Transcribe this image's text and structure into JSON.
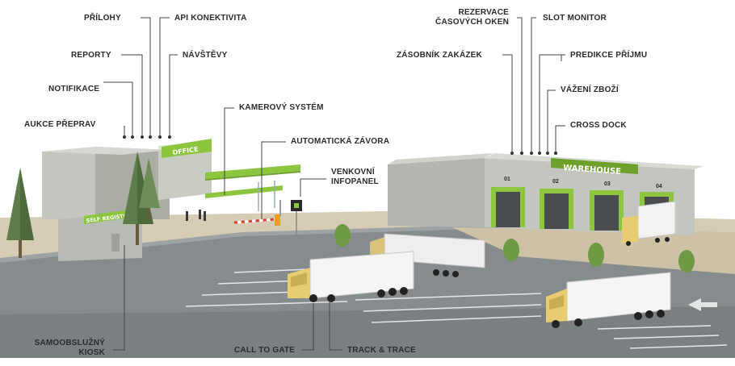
{
  "labels": {
    "prilohy": "PŘÍLOHY",
    "api": "API KONEKTIVITA",
    "reporty": "REPORTY",
    "navstevy": "NÁVŠTĚVY",
    "notifikace": "NOTIFIKACE",
    "aukce": "AUKCE PŘEPRAV",
    "kamerovy": "KAMEROVÝ SYSTÉM",
    "zavora": "AUTOMATICKÁ ZÁVORA",
    "infopanel_line1": "VENKOVNÍ",
    "infopanel_line2": "INFOPANEL",
    "rezervace_line1": "REZERVACE",
    "rezervace_line2": "ČASOVÝCH OKEN",
    "slot_monitor": "SLOT MONITOR",
    "zasobnik": "ZÁSOBNÍK ZAKÁZEK",
    "predikce": "PREDIKCE PŘÍJMU",
    "vazeni": "VÁŽENÍ ZBOŽÍ",
    "cross_dock": "CROSS DOCK",
    "kiosk_line1": "SAMOOBSLUŽNÝ",
    "kiosk_line2": "KIOSK",
    "call_to_gate": "CALL TO GATE",
    "track_trace": "TRACK & TRACE"
  },
  "signs": {
    "office": "OFFICE",
    "self_registration": "SELF REGISTRATION",
    "warehouse": "WAREHOUSE"
  },
  "docks": [
    "01",
    "02",
    "03",
    "04"
  ],
  "colors": {
    "brand_green": "#8cc63f",
    "building": "#b4b8b0",
    "asphalt": "#7d8285",
    "gravel": "#c9bfa8",
    "truck_cab": "#e8cc72"
  }
}
